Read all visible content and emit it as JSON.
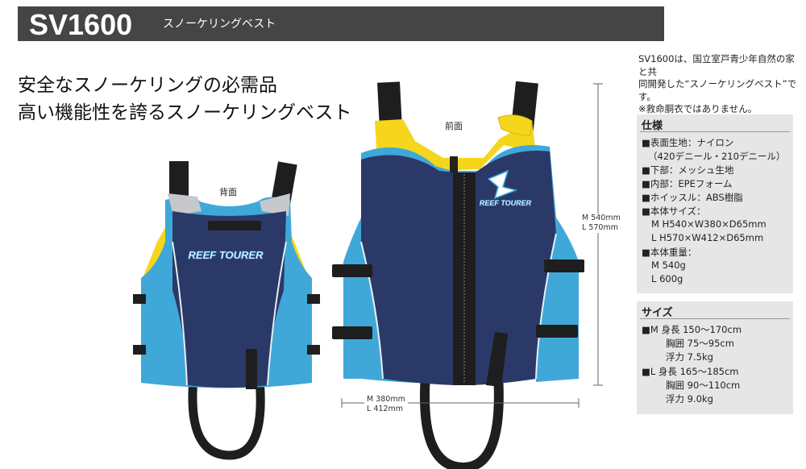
{
  "header": {
    "model": "SV1600",
    "subtitle": "スノーケリングベスト"
  },
  "tagline": [
    "安全なスノーケリングの必需品",
    "高い機能性を誇るスノーケリングベスト"
  ],
  "note": [
    "SV1600は、国立室戸青少年自然の家と共",
    "同開発した“スノーケリングベスト”です。",
    "※救命胴衣ではありません。"
  ],
  "labels": {
    "back": "背面",
    "front": "前面",
    "brand": "REEF TOURER"
  },
  "dimensions": {
    "height": [
      "M 540mm",
      "L 570mm"
    ],
    "width": [
      "M 380mm",
      "L 412mm"
    ]
  },
  "spec": {
    "title": "仕様",
    "lines": [
      "■表面生地：ナイロン",
      "（420デニール・210デニール）",
      "■下部：メッシュ生地",
      "■内部：EPEフォーム",
      "■ホイッスル：ABS樹脂",
      "■本体サイズ：",
      "M  H540×W380×D65mm",
      "L   H570×W412×D65mm",
      "■本体重量：",
      "M  540g",
      "L   600g"
    ]
  },
  "size": {
    "title": "サイズ",
    "lines": [
      "■M  身長 150〜170cm",
      "胸囲 75〜95cm",
      "浮力 7.5kg",
      "■L   身長 165〜185cm",
      "胸囲 90〜110cm",
      "浮力 9.0kg"
    ]
  },
  "colors": {
    "navy": "#2b3968",
    "cyan": "#3fa8d8",
    "yellow": "#f5d61c",
    "gray": "#c8c8c8",
    "strap": "#1e1e1e"
  }
}
